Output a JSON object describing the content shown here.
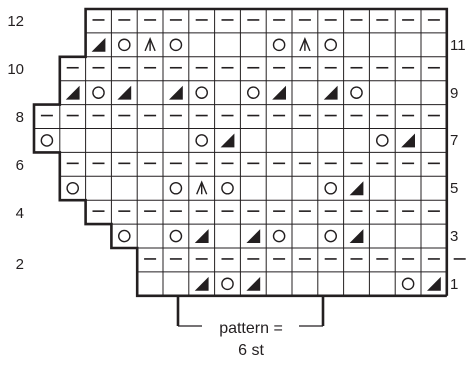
{
  "chart": {
    "columns": 16,
    "rows": [
      {
        "row": 1,
        "start": 4,
        "side": "right",
        "cells": "   T O T  |  |  O T   "
      },
      {
        "row": 2,
        "start": 4,
        "side": "left",
        "cells": "-------------"
      },
      {
        "row": 3,
        "start": 3,
        "side": "right",
        "cells": " O  O T  T O  O T   "
      },
      {
        "row": 4,
        "start": 2,
        "side": "left",
        "cells": "--------------"
      },
      {
        "row": 5,
        "start": 1,
        "side": "right",
        "cells": " O    O A O    O T    "
      },
      {
        "row": 6,
        "start": 1,
        "side": "left",
        "cells": "---------------"
      },
      {
        "row": 7,
        "start": 0,
        "side": "right",
        "cells": "O      O T      O T   "
      },
      {
        "row": 8,
        "start": 0,
        "side": "left",
        "cells": "----------------"
      },
      {
        "row": 9,
        "start": 1,
        "side": "right",
        "cells": "T O T  T O  O T  T O    "
      },
      {
        "row": 10,
        "start": 1,
        "side": "left",
        "cells": "---------------"
      },
      {
        "row": 11,
        "start": 2,
        "side": "right",
        "cells": "T O A O    O A O     "
      },
      {
        "row": 12,
        "start": 2,
        "side": "left",
        "cells": "--------------"
      }
    ],
    "left_numbers": [
      "2",
      "4",
      "6",
      "8",
      "10",
      "12"
    ],
    "right_numbers": [
      "1",
      "3",
      "5",
      "7",
      "9",
      "11"
    ],
    "repeat_label_line1": "pattern =",
    "repeat_label_line2": "6 st"
  },
  "colors": {
    "ink": "#231f20",
    "background": "#ffffff"
  },
  "symbols": {
    "O": "yarn-over-circle-icon",
    "T": "decrease-triangle-icon",
    "A": "double-decrease-arrow-icon",
    "-": "purl-dash-icon"
  }
}
